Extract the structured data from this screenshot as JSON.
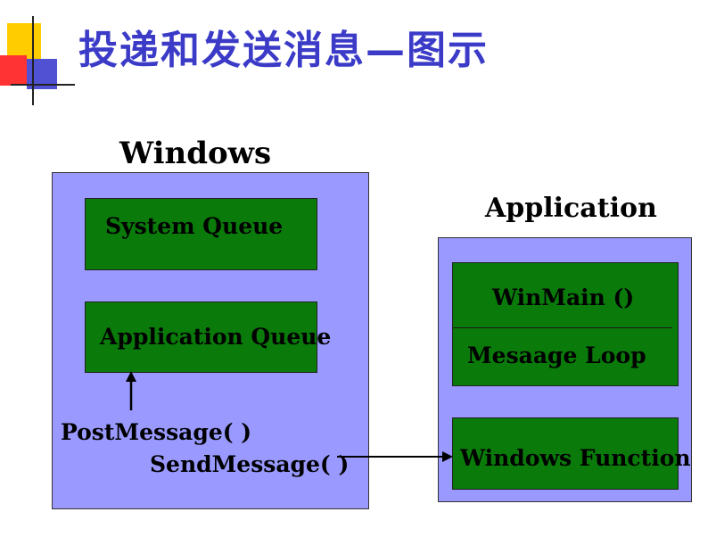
{
  "title": "投递和发送消息—图示",
  "windows": {
    "heading": "Windows",
    "system_queue": "System Queue",
    "application_queue": "Application Queue",
    "post_message": "PostMessage( )",
    "send_message": "SendMessage( )"
  },
  "application": {
    "heading": "Application",
    "winmain": "WinMain ()",
    "message_loop": "Mesaage Loop",
    "windows_function": "Windows Function"
  },
  "colors": {
    "title": "#3b3bc8",
    "panel": "#9999ff",
    "box": "#0a7a0a",
    "deco_yellow": "#ffcc00",
    "deco_red": "#ff3333",
    "deco_blue": "#3333cc"
  }
}
